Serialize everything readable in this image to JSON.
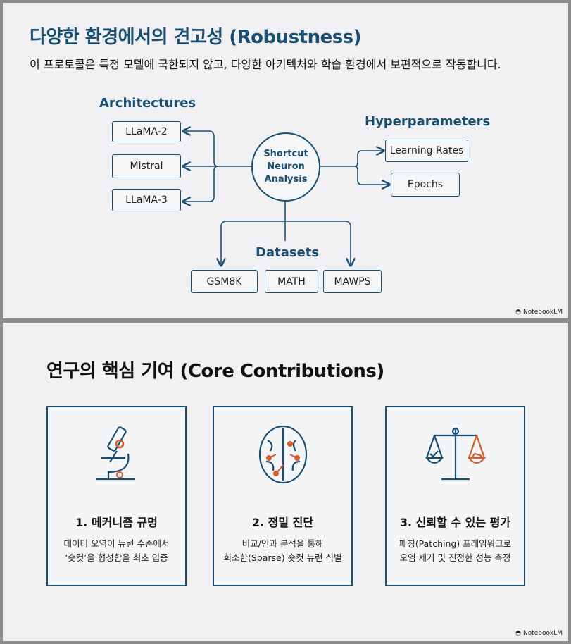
{
  "slide1": {
    "title": "다양한 환경에서의 견고성 (Robustness)",
    "subtitle": "이 프로토콜은 특정 모델에 국한되지 않고, 다양한 아키텍처와 학습 환경에서 보편적으로 작동합니다.",
    "center": "Shortcut Neuron Analysis",
    "architectures": {
      "label": "Architectures",
      "items": [
        "LLaMA-2",
        "Mistral",
        "LLaMA-3"
      ]
    },
    "hyperparameters": {
      "label": "Hyperparameters",
      "items": [
        "Learning Rates",
        "Epochs"
      ]
    },
    "datasets": {
      "label": "Datasets",
      "items": [
        "GSM8K",
        "MATH",
        "MAWPS"
      ]
    },
    "logo": "NotebookLM"
  },
  "slide2": {
    "title": "연구의 핵심 기여 (Core Contributions)",
    "cards": [
      {
        "icon": "microscope-icon",
        "title": "1. 메커니즘 규명",
        "line1": "데이터 오염이 뉴런 수준에서",
        "line2": "‘숏컷’을 형성함을 최초 입증"
      },
      {
        "icon": "brain-icon",
        "title": "2. 정밀 진단",
        "line1": "비교/인과 분석을 통해",
        "line2": "희소한(Sparse) 숏컷 뉴런 식별"
      },
      {
        "icon": "scale-icon",
        "title": "3. 신뢰할 수 있는 평가",
        "line1": "패칭(Patching) 프레임워크로",
        "line2": "오염 제거 및 진정한 성능 측정"
      }
    ],
    "logo": "NotebookLM"
  },
  "colors": {
    "navy": "#1b4f72",
    "accent": "#d35b2c",
    "bg": "#f1f1f4"
  }
}
